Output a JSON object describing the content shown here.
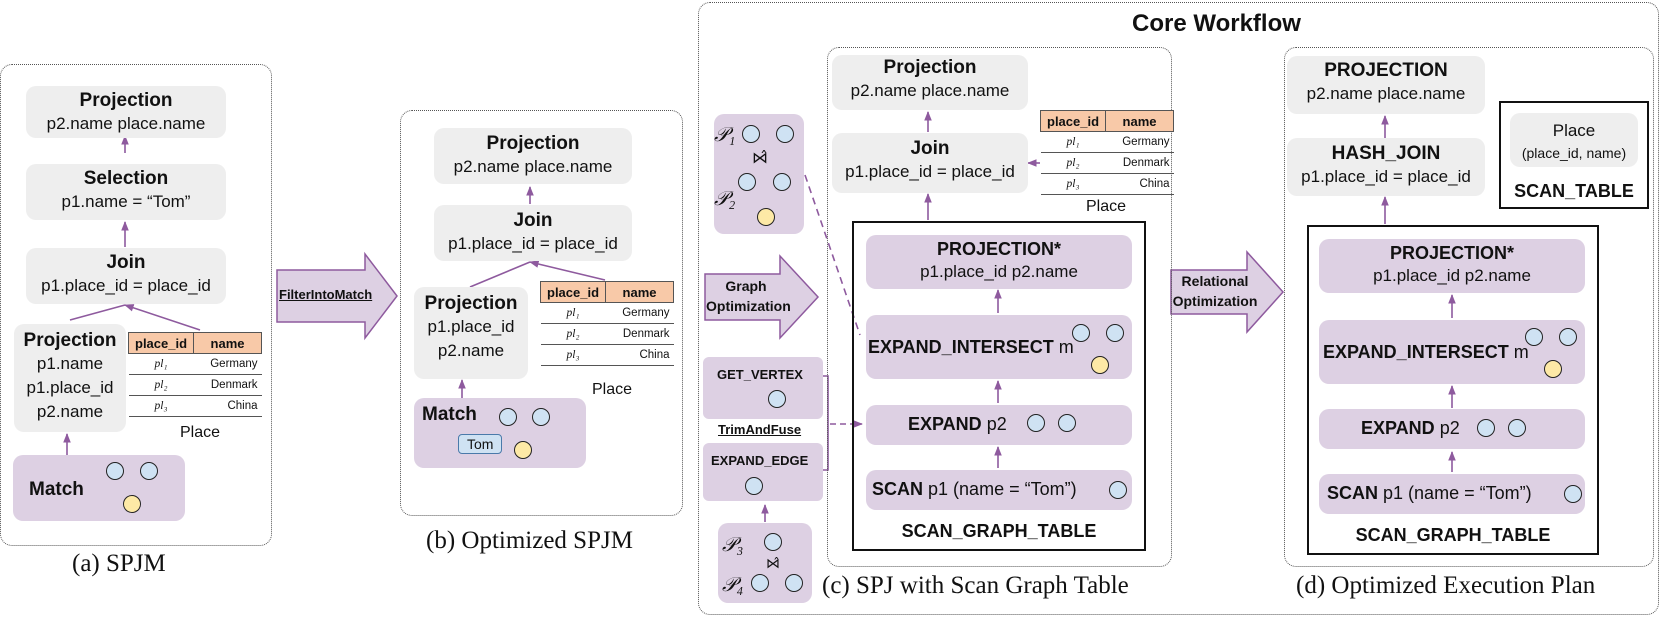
{
  "panel_a": {
    "projection_top": {
      "title": "Projection",
      "detail": "p2.name place.name"
    },
    "selection": {
      "title": "Selection",
      "detail": "p1.name = “Tom”"
    },
    "join": {
      "title": "Join",
      "detail": "p1.place_id = place_id"
    },
    "projection_left": {
      "title": "Projection",
      "lines": [
        "p1.name",
        "p1.place_id",
        "p2.name"
      ]
    },
    "match": "Match",
    "table_label": "Place",
    "caption": "(a) SPJM"
  },
  "place_table": {
    "headers": [
      "place_id",
      "name"
    ],
    "rows": [
      {
        "id": "pl₁",
        "name": "Germany"
      },
      {
        "id": "pl₂",
        "name": "Denmark"
      },
      {
        "id": "pl₃",
        "name": "China"
      }
    ]
  },
  "arrow_filter": "FilterIntoMatch",
  "panel_b": {
    "projection_top": {
      "title": "Projection",
      "detail": "p2.name place.name"
    },
    "join": {
      "title": "Join",
      "detail": "p1.place_id = place_id"
    },
    "projection_left": {
      "title": "Projection",
      "lines": [
        "p1.place_id",
        "p2.name"
      ]
    },
    "match": "Match",
    "tom": "Tom",
    "table_label": "Place",
    "caption": "(b) Optimized SPJM"
  },
  "core_workflow": {
    "title": "Core Workflow",
    "patterns": {
      "p1": "𝒫₁",
      "p2": "𝒫₂",
      "p3": "𝒫₃",
      "p4": "𝒫₄",
      "join_sym": "⋈̂"
    },
    "graph_opt": [
      "Graph",
      "Optimization"
    ],
    "get_vertex": "GET_VERTEX",
    "trim": "TrimAndFuse",
    "expand_edge": "EXPAND_EDGE",
    "relational_opt": [
      "Relational",
      "Optimization"
    ],
    "panel_c": {
      "projection_top": {
        "title": "Projection",
        "detail": "p2.name place.name"
      },
      "join": {
        "title": "Join",
        "detail": "p1.place_id = place_id"
      },
      "table_label": "Place",
      "proj_star": {
        "title": "PROJECTION*",
        "detail": "p1.place_id p2.name"
      },
      "expand_intersect": {
        "title": "EXPAND_INTERSECT",
        "suffix": "m"
      },
      "expand": {
        "title": "EXPAND",
        "suffix": "p2"
      },
      "scan": {
        "title": "SCAN",
        "suffix": "p1 (name = “Tom”)"
      },
      "scan_graph_table": "SCAN_GRAPH_TABLE",
      "caption": "(c) SPJ with Scan Graph Table"
    },
    "panel_d": {
      "projection_top": {
        "title": "PROJECTION",
        "detail": "p2.name place.name"
      },
      "hash_join": {
        "title": "HASH_JOIN",
        "detail": "p1.place_id = place_id"
      },
      "place_box": {
        "title": "Place",
        "detail": "(place_id, name)"
      },
      "scan_table": "SCAN_TABLE",
      "proj_star": {
        "title": "PROJECTION*",
        "detail": "p1.place_id p2.name"
      },
      "expand_intersect": {
        "title": "EXPAND_INTERSECT",
        "suffix": "m"
      },
      "expand": {
        "title": "EXPAND",
        "suffix": "p2"
      },
      "scan": {
        "title": "SCAN",
        "suffix": "p1 (name = “Tom”)"
      },
      "scan_graph_table": "SCAN_GRAPH_TABLE",
      "caption": "(d) Optimized Execution Plan"
    }
  },
  "colors": {
    "grey_box": "#eeeeee",
    "purple_box": "#ddd0e3",
    "arrow": "#8e5a9e",
    "table_header": "#f8c9a8",
    "vertex_blue": "#cfe2f3",
    "vertex_yellow": "#fde9a6"
  }
}
